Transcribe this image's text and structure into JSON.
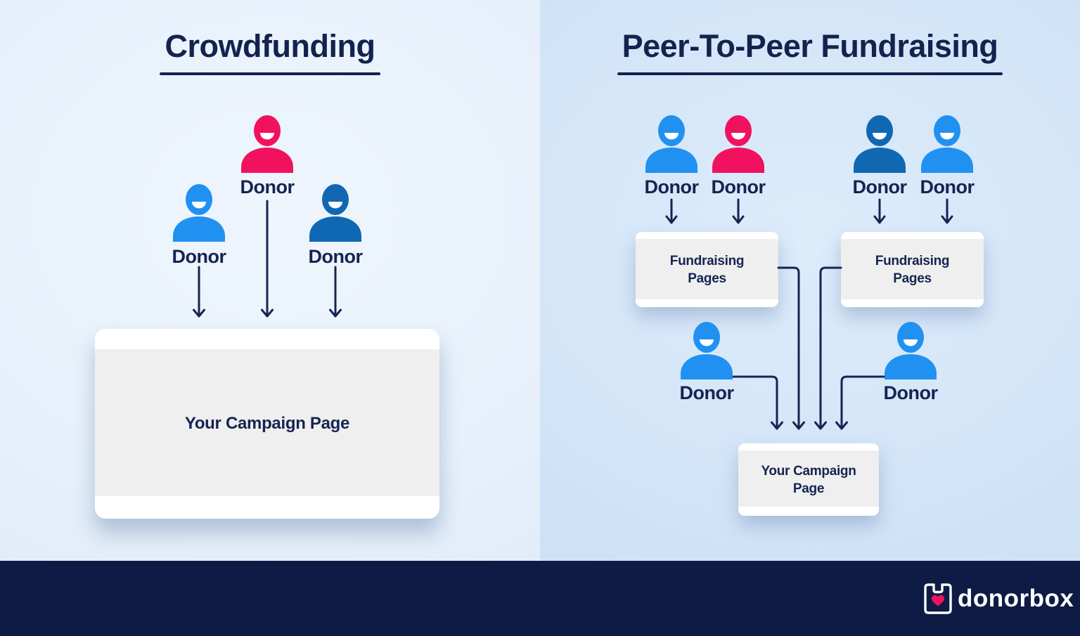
{
  "left_panel": {
    "title": "Crowdfunding",
    "donors": [
      {
        "label": "Donor",
        "variant": "pink"
      },
      {
        "label": "Donor",
        "variant": "blue"
      },
      {
        "label": "Donor",
        "variant": "dark_blue"
      }
    ],
    "campaign_box": {
      "label": "Your Campaign Page"
    }
  },
  "right_panel": {
    "title": "Peer-To-Peer Fundraising",
    "top_donors": [
      {
        "label": "Donor",
        "variant": "blue"
      },
      {
        "label": "Donor",
        "variant": "pink"
      },
      {
        "label": "Donor",
        "variant": "dark_blue"
      },
      {
        "label": "Donor",
        "variant": "blue"
      }
    ],
    "fundraising_boxes": [
      {
        "label": "Fundraising Pages"
      },
      {
        "label": "Fundraising Pages"
      }
    ],
    "mid_donors": [
      {
        "label": "Donor",
        "variant": "blue"
      },
      {
        "label": "Donor",
        "variant": "blue"
      }
    ],
    "campaign_box": {
      "label": "Your Campaign Page"
    }
  },
  "footer": {
    "brand": "donorbox"
  },
  "colors": {
    "navy": "#152451",
    "title_navy": "#13234e",
    "blue": "#2191f1",
    "dark_blue": "#1068b3",
    "pink": "#f1125f",
    "left_bg": "#e8f1fb",
    "right_bg": "#d2e4f7",
    "footer_bg": "#0e1b45",
    "box_gray": "#efefef",
    "box_white": "#ffffff"
  }
}
